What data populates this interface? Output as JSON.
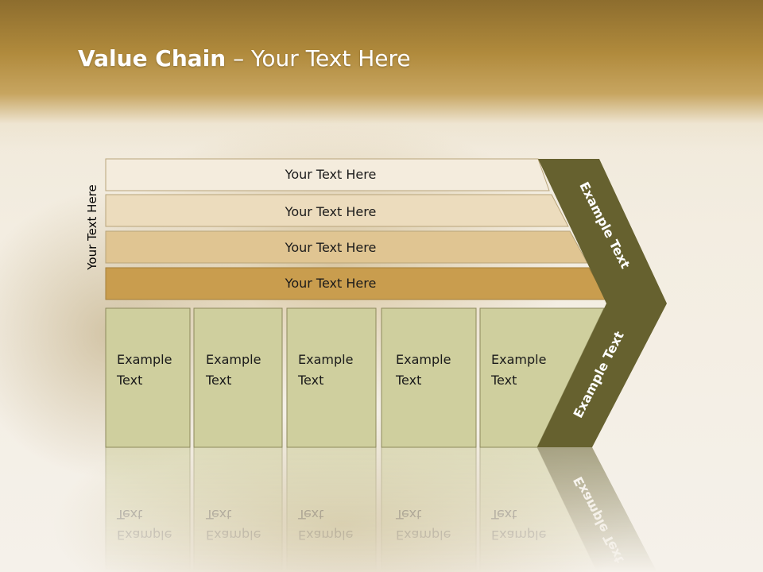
{
  "slide": {
    "title_bold": "Value Chain",
    "title_rest": " – Your Text Here",
    "side_label": "Your Text Here"
  },
  "rows": [
    {
      "label": "Your Text Here",
      "color": "#f4ecdd"
    },
    {
      "label": "Your Text Here",
      "color": "#ecdcbd"
    },
    {
      "label": "Your Text Here",
      "color": "#e0c592"
    },
    {
      "label": "Your Text Here",
      "color": "#c99d4e"
    }
  ],
  "columns": [
    {
      "line1": "Example",
      "line2": "Text"
    },
    {
      "line1": "Example",
      "line2": "Text"
    },
    {
      "line1": "Example",
      "line2": "Text"
    },
    {
      "line1": "Example",
      "line2": "Text"
    },
    {
      "line1": "Example",
      "line2": "Text"
    }
  ],
  "chevron": {
    "upper_label": "Example Text",
    "lower_label": "Example Text",
    "color": "#66612f"
  },
  "colors": {
    "column_fill": "#cfcf9e",
    "column_stroke": "#8d8a5c"
  }
}
